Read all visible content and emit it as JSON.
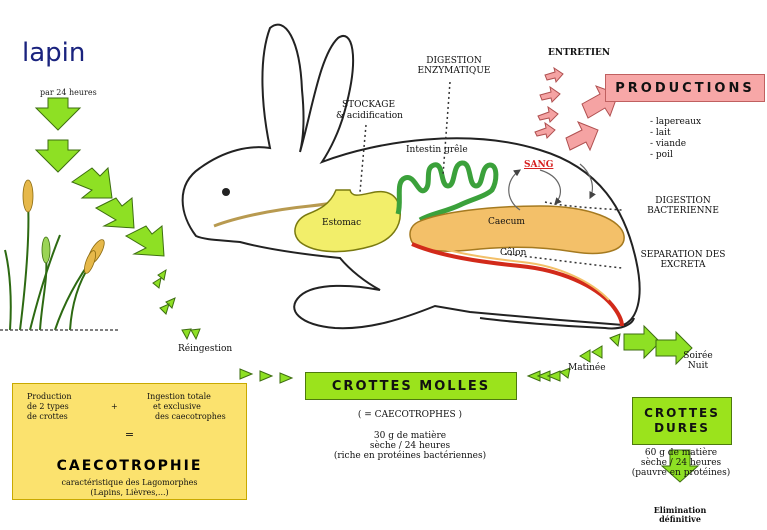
{
  "title": "lapin",
  "top_cut_text": "par 24 heures",
  "labels": {
    "entretien": "ENTRETIEN",
    "digestion_enzymatique": "DIGESTION ENZYMATIQUE",
    "stockage": "STOCKAGE",
    "acidification": "& acidification",
    "intestin": "Intestin grêle",
    "sang": "SANG",
    "estomac": "Estomac",
    "caecum": "Caecum",
    "colon": "Côlon",
    "digestion_bacterienne": "DIGESTION BACTERIENNE",
    "separation": "SEPARATION DES EXCRETA",
    "reingestion": "Réingestion",
    "matinee": "Matinée",
    "soiree": "Soirée Nuit"
  },
  "productions": {
    "title": "PRODUCTIONS",
    "items": [
      "lapereaux",
      "lait",
      "viande",
      "poil"
    ]
  },
  "crottes_molles": {
    "title": "CROTTES MOLLES",
    "subtitle": "( = CAECOTROPHES )",
    "amount": "30 g de matière",
    "per_day": "sèche / 24 heures",
    "note": "(riche en protéines bactériennes)"
  },
  "crottes_dures": {
    "title_line1": "CROTTES",
    "title_line2": "DURES",
    "amount": "60 g de matière",
    "per_day": "sèche / 24 heures",
    "note": "(pauvre en protéines)",
    "final_line1": "Elimination",
    "final_line2": "définitive"
  },
  "info_box": {
    "col1_line1": "Production",
    "col1_line2": "de 2 types",
    "col1_line3": "de crottes",
    "plus": "+",
    "col2_line1": "Ingestion totale",
    "col2_line2": "et exclusive",
    "col2_line3": "des caecotrophes",
    "equals": "=",
    "title": "CAECOTROPHIE",
    "desc_line1": "caractéristique des Lagomorphes",
    "desc_line2": "(Lapins, Lièvres,...)"
  },
  "colors": {
    "arrow_green": "#8ee024",
    "arrow_pink": "#f5a3a3",
    "stomach": "#f2ee6a",
    "caecum": "#f3c069",
    "intestine": "#3ba13b",
    "colon": "#d22a1a",
    "title": "#1a237e"
  }
}
